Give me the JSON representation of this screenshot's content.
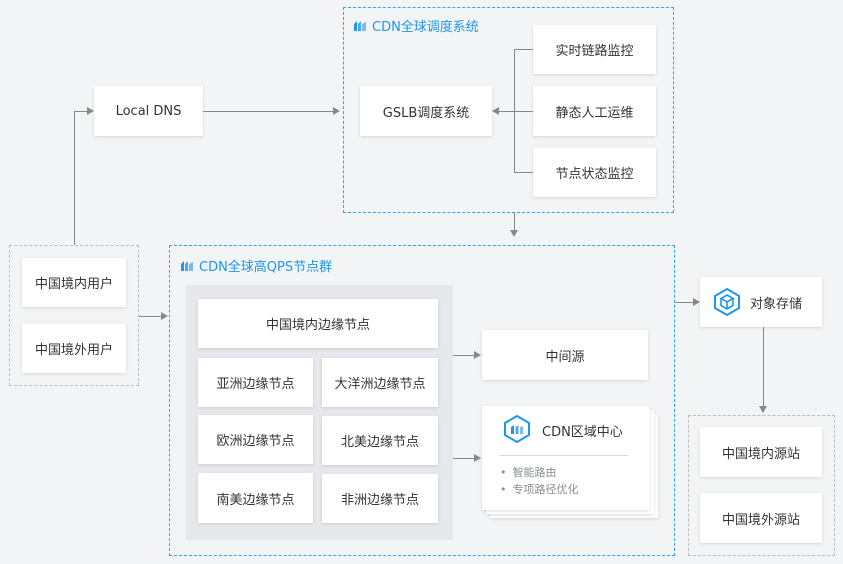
{
  "groups": {
    "gslb_system": "CDN全球调度系统",
    "qps_cluster": "CDN全球高QPS节点群"
  },
  "nodes": {
    "local_dns": "Local DNS",
    "gslb": "GSLB调度系统",
    "realtime_monitor": "实时链路监控",
    "static_ops": "静态人工运维",
    "node_status_monitor": "节点状态监控",
    "cn_user": "中国境内用户",
    "overseas_user": "中国境外用户",
    "cn_edge": "中国境内边缘节点",
    "asia_edge": "亚洲边缘节点",
    "oceania_edge": "大洋洲边缘节点",
    "europe_edge": "欧洲边缘节点",
    "north_america_edge": "北美边缘节点",
    "south_america_edge": "南美边缘节点",
    "africa_edge": "非洲边缘节点",
    "mid_origin": "中间源",
    "region_center": "CDN区域中心",
    "region_features": [
      "智能路由",
      "专项路径优化"
    ],
    "object_storage": "对象存储",
    "cn_origin": "中国境内源站",
    "overseas_origin": "中国境外源站"
  },
  "colors": {
    "accent": "#1f96e8",
    "dashed_border": "#2aa4f4",
    "connector": "#888888"
  },
  "icons": {
    "cdn_logo": "cdn-logo-icon",
    "object_storage": "cube-icon"
  }
}
